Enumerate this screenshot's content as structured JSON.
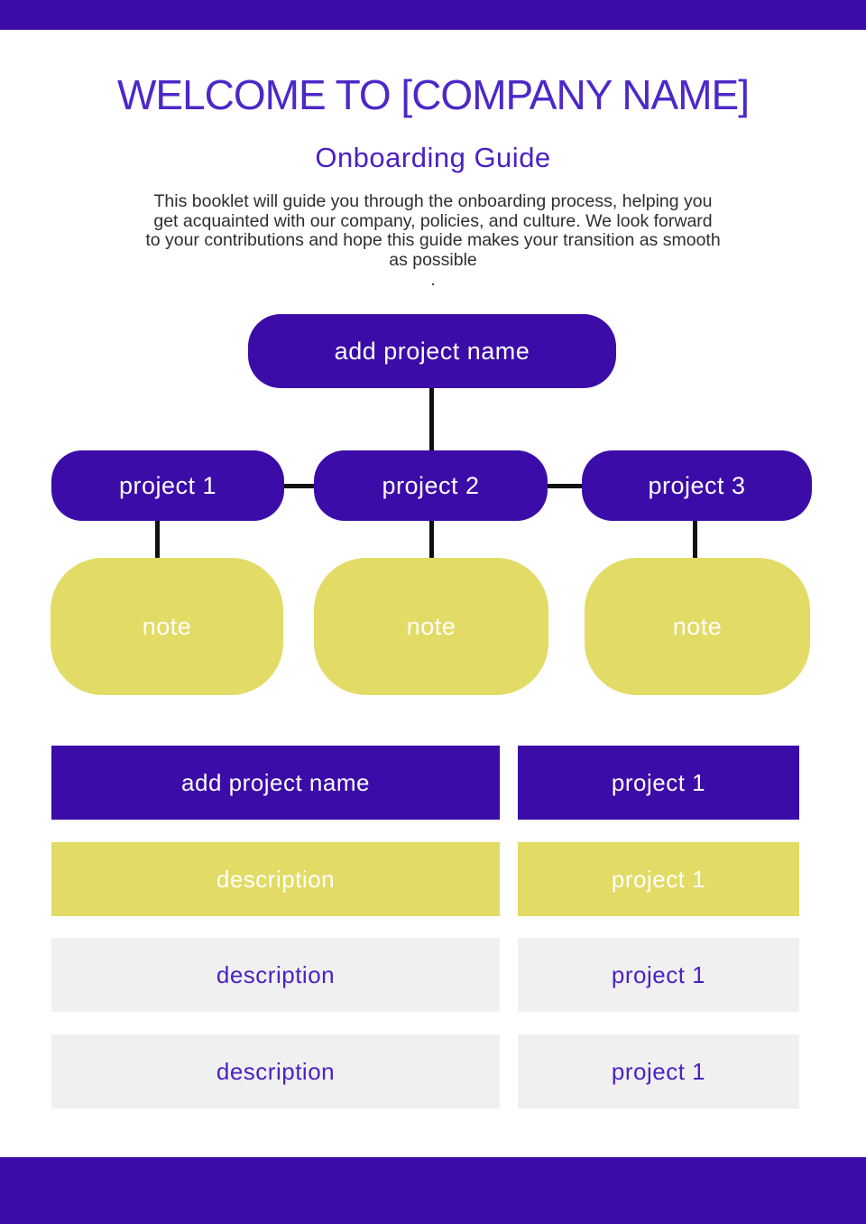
{
  "page": {
    "title": "WELCOME TO [COMPANY NAME]",
    "subtitle": "Onboarding Guide",
    "intro": "This booklet will guide you through the onboarding process, helping you get acquainted with our company, policies, and culture. We look forward to your contributions and hope this guide makes your transition as smooth as possible",
    "intro_period": "."
  },
  "colors": {
    "accent_purple": "#3B0CA8",
    "title_purple": "#4D28C8",
    "subtitle_purple": "#4A1FC3",
    "accent_yellow": "#E2DB66",
    "light_gray": "#F1F0F1",
    "gray_cell_text_purple": "#4B22C2",
    "body_text": "#2E2E2E",
    "connector_black": "#111111",
    "node_text_white": "#FFFFFF"
  },
  "flowchart": {
    "root_label": "add project name",
    "nodes": [
      {
        "label": "project 1",
        "note_label": "note"
      },
      {
        "label": "project 2",
        "note_label": "note"
      },
      {
        "label": "project 3",
        "note_label": "note"
      }
    ]
  },
  "blocks": {
    "rows": [
      {
        "left": "add project name",
        "right": "project 1",
        "variant": "purple"
      },
      {
        "left": "description",
        "right": "project 1",
        "variant": "yellow"
      },
      {
        "left": "description",
        "right": "project 1",
        "variant": "gray"
      },
      {
        "left": "description",
        "right": "project 1",
        "variant": "gray"
      }
    ]
  }
}
